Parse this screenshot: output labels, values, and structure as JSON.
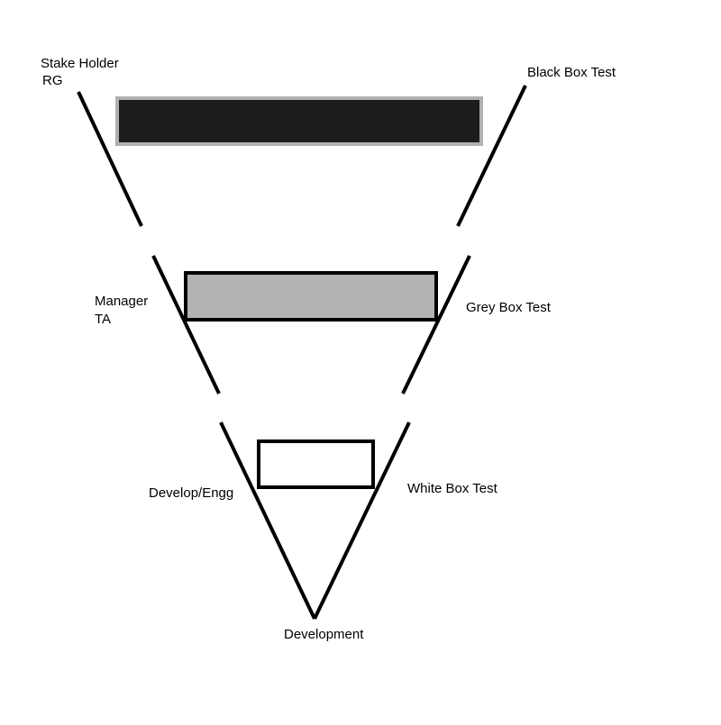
{
  "labels": {
    "stakeholder_line1": "Stake Holder",
    "stakeholder_line2": "RG",
    "black_box": "Black Box Test",
    "manager_line1": "Manager",
    "manager_line2": "TA",
    "grey_box": "Grey Box Test",
    "develop_engg": "Develop/Engg",
    "white_box": "White Box Test",
    "development": "Development"
  },
  "colors": {
    "stroke": "#000000",
    "black_box_fill": "#1c1c1c",
    "black_box_border": "#b0b0b0",
    "grey_box_fill": "#b3b3b3",
    "white_box_fill": "#ffffff"
  }
}
